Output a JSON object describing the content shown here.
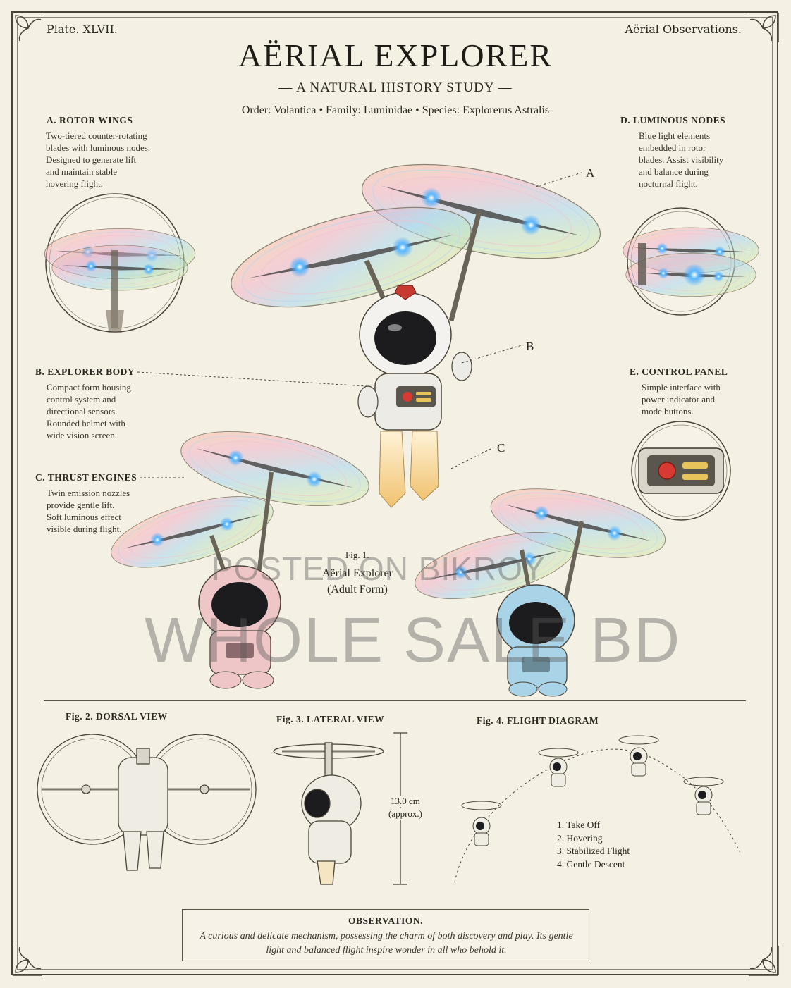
{
  "header": {
    "plate": "Plate. XLVII.",
    "corner_title": "Aërial Observations.",
    "title": "AËRIAL EXPLORER",
    "subtitle": "— A NATURAL HISTORY STUDY —",
    "taxonomy": "Order: Volantica  •  Family: Luminidae  •  Species: Explorerus Astralis"
  },
  "callouts": {
    "a": {
      "heading": "A.  ROTOR WINGS",
      "lines": [
        "Two-tiered counter-rotating",
        "blades with luminous nodes.",
        "Designed to generate lift",
        "and maintain stable",
        "hovering flight."
      ]
    },
    "b": {
      "heading": "B.  EXPLORER BODY",
      "lines": [
        "Compact form housing",
        "control system and",
        "directional sensors.",
        "Rounded helmet with",
        "wide vision screen."
      ]
    },
    "c": {
      "heading": "C.  THRUST ENGINES",
      "lines": [
        "Twin emission nozzles",
        "provide gentle lift.",
        "Soft luminous effect",
        "visible during flight."
      ]
    },
    "d": {
      "heading": "D.  LUMINOUS NODES",
      "lines": [
        "Blue light elements",
        "embedded in rotor",
        "blades. Assist visibility",
        "and balance during",
        "nocturnal flight."
      ]
    },
    "e": {
      "heading": "E.  CONTROL PANEL",
      "lines": [
        "Simple interface with",
        "power indicator and",
        "mode buttons."
      ]
    }
  },
  "pointer_letters": {
    "a": "A",
    "b": "B",
    "c": "C"
  },
  "fig1": {
    "label": "Fig. 1.",
    "name": "Aërial Explorer",
    "form": "(Adult Form)"
  },
  "fig2": {
    "heading": "Fig. 2.   DORSAL VIEW"
  },
  "fig3": {
    "heading": "Fig. 3.   LATERAL VIEW",
    "measure": "13.0 cm",
    "approx": "(approx.)"
  },
  "fig4": {
    "heading": "Fig. 4.  FLIGHT DIAGRAM",
    "steps": [
      "1.  Take Off",
      "2.  Hovering",
      "3.  Stabilized Flight",
      "4.  Gentle Descent"
    ]
  },
  "observation": {
    "title": "OBSERVATION.",
    "text": "A curious and delicate mechanism, possessing the charm of both discovery and play. Its gentle light and balanced flight inspire wonder in all who behold it."
  },
  "watermark": {
    "line1": "POSTED ON BIKROY",
    "line2": "WHOLE SALE BD"
  },
  "colors": {
    "ink": "#2a2620",
    "paper": "#f4f0e4",
    "glow": "#3aa0ff",
    "pink": "#efc6c8",
    "sky": "#a9d3e6",
    "flame": "#f5d79a"
  }
}
